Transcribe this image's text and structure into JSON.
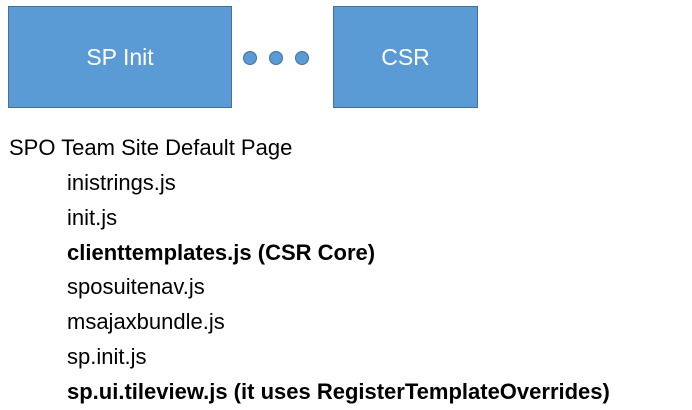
{
  "diagram": {
    "left_box_label": "SP Init",
    "right_box_label": "CSR",
    "connector_dots": 3,
    "box_fill_color": "#5B9BD5",
    "box_border_color": "#41719C"
  },
  "page_title": "SPO Team Site Default Page",
  "files": [
    {
      "name": "inistrings.js",
      "bold": false
    },
    {
      "name": "init.js",
      "bold": false
    },
    {
      "name": "clienttemplates.js (CSR Core)",
      "bold": true
    },
    {
      "name": "sposuitenav.js",
      "bold": false
    },
    {
      "name": "msajaxbundle.js",
      "bold": false
    },
    {
      "name": "sp.init.js",
      "bold": false
    },
    {
      "name": "sp.ui.tileview.js (it uses RegisterTemplateOverrides)",
      "bold": true
    }
  ]
}
